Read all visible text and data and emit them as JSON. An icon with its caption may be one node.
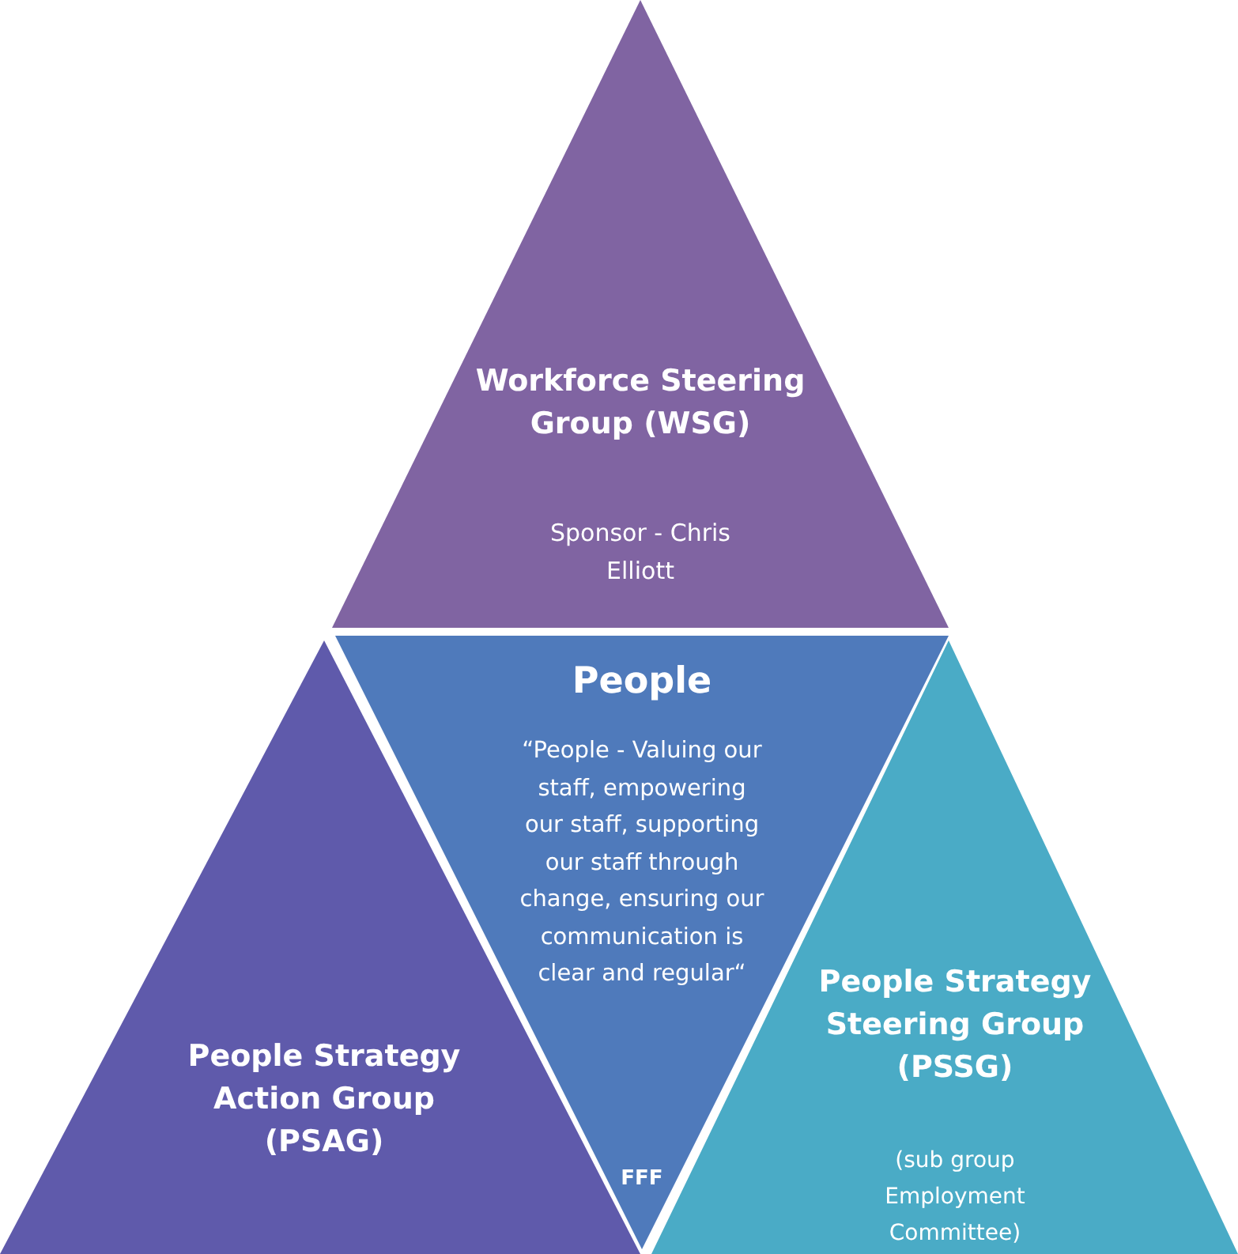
{
  "diagram": {
    "nodes": [
      {
        "text": [
          "Workforce Steering Group (WSG)",
          "Sponsor - Chris Elliott"
        ]
      },
      {
        "text": [
          "People Strategy Action Group (PSAG)"
        ]
      },
      {
        "text": [
          "People",
          "“People - Valuing our staff, empowering our staff, supporting our staff through change, ensuring our communication is clear and regular“",
          "FFF"
        ]
      },
      {
        "text": [
          "People Strategy Steering Group (PSSG)",
          "(sub group Employment Committee)"
        ]
      }
    ]
  }
}
